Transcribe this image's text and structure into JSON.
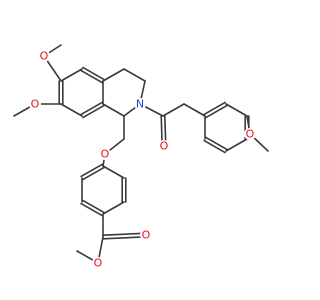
{
  "molecule": {
    "atom_colors": {
      "O": "#e8101a",
      "N": "#1f3fe0",
      "C": "#3a3a3a"
    },
    "atoms": [
      {
        "id": "O1",
        "element": "O",
        "label": "O"
      },
      {
        "id": "O2",
        "element": "O",
        "label": "O"
      },
      {
        "id": "N",
        "element": "N",
        "label": "N"
      },
      {
        "id": "O3",
        "element": "O",
        "label": "O"
      },
      {
        "id": "O4",
        "element": "O",
        "label": "O"
      },
      {
        "id": "O5",
        "element": "O",
        "label": "O"
      },
      {
        "id": "O6",
        "element": "O",
        "label": "O"
      },
      {
        "id": "O7",
        "element": "O",
        "label": "O"
      }
    ]
  }
}
